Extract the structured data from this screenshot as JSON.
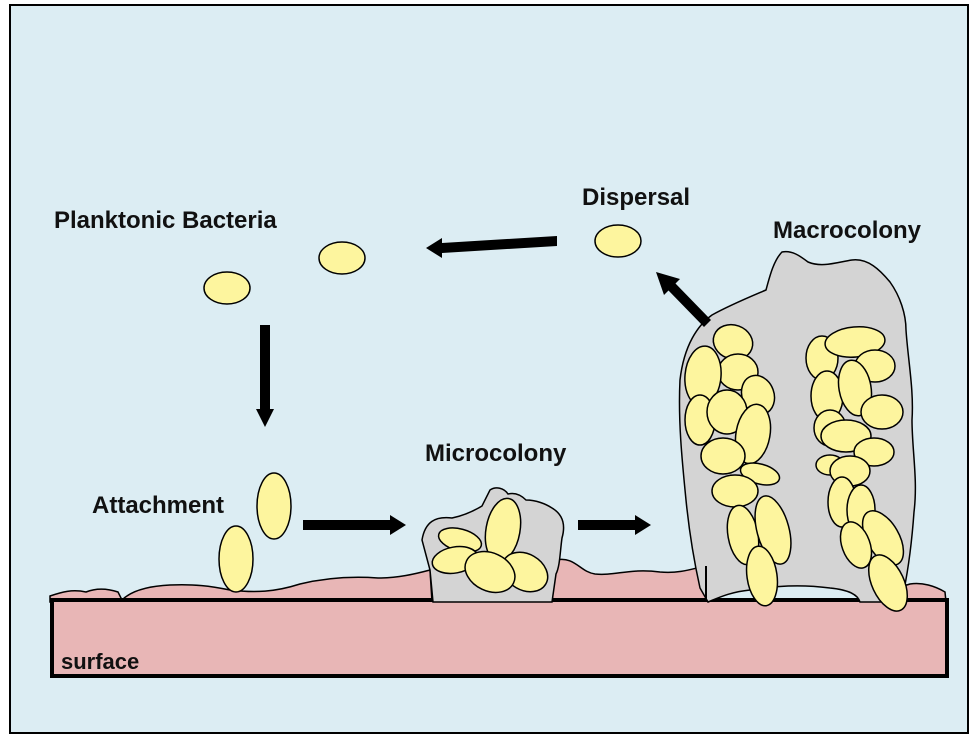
{
  "labels": {
    "planktonic": "Planktonic Bacteria",
    "dispersal": "Dispersal",
    "macrocolony": "Macrocolony",
    "microcolony": "Microcolony",
    "attachment": "Attachment",
    "surface": "surface"
  },
  "colors": {
    "background": "#dcedf3",
    "surface": "#e8b6b6",
    "biofilm_matrix": "#d4d4d4",
    "bacterium": "#fdf59e",
    "arrow": "#000000"
  }
}
